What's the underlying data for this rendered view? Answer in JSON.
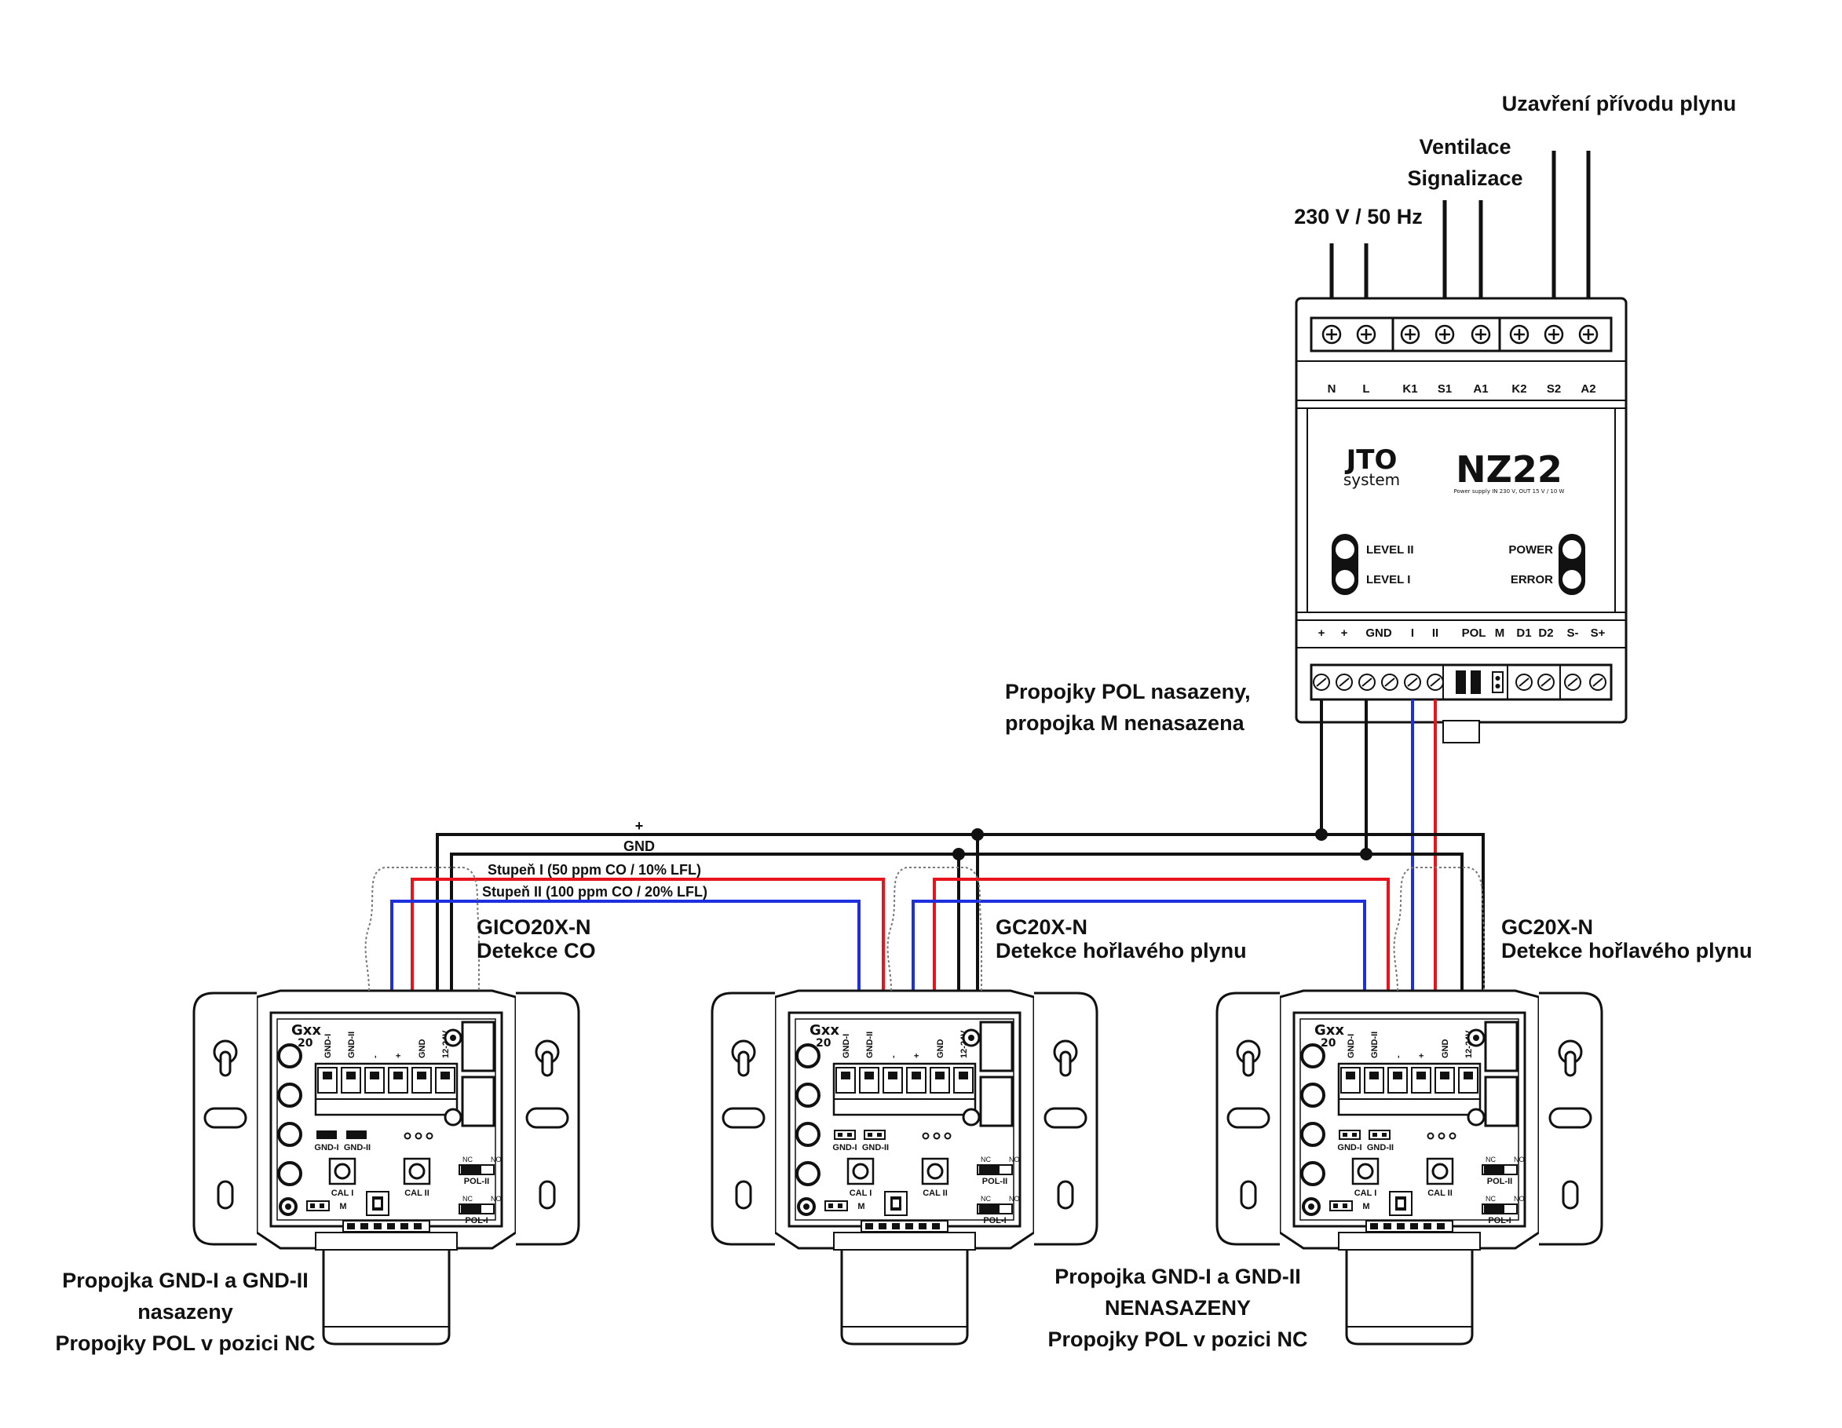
{
  "top_labels": {
    "gas_cutoff": "Uzavření přívodu plynu",
    "ventilation": "Ventilace",
    "signaling": "Signalizace",
    "mains": "230 V / 50 Hz"
  },
  "controller": {
    "brand_top": "JTO",
    "brand_bottom": "system",
    "model": "NZ22",
    "spec": "Power supply IN 230 V, OUT 15 V / 10 W",
    "top_terminals": [
      "N",
      "L",
      "K1",
      "S1",
      "A1",
      "K2",
      "S2",
      "A2"
    ],
    "bottom_terminals": [
      "+",
      "+",
      "GND",
      "I",
      "II",
      "POL",
      "M",
      "D1",
      "D2",
      "S-",
      "S+"
    ],
    "leds": {
      "level2": "LEVEL II",
      "level1": "LEVEL I",
      "power": "POWER",
      "error": "ERROR"
    },
    "jumper_note_1": "Propojky POL nasazeny,",
    "jumper_note_2": "propojka M nenasazena"
  },
  "bus": {
    "plus": "+",
    "gnd": "GND",
    "stage1": "Stupeň I (50 ppm CO / 10% LFL)",
    "stage2": "Stupeň II (100 ppm CO / 20% LFL)"
  },
  "detectors": [
    {
      "model": "GICO20X-N",
      "function": "Detekce CO",
      "note_1": "Propojka GND-I a GND-II",
      "note_2": "nasazeny",
      "note_3": "Propojky POL v pozici NC"
    },
    {
      "model": "GC20X-N",
      "function": "Detekce hořlavého plynu",
      "note_1": "Propojka GND-I a GND-II",
      "note_2": "NENASAZENY",
      "note_3": "Propojky POL v pozici NC"
    },
    {
      "model": "GC20X-N",
      "function": "Detekce hořlavého plynu"
    }
  ],
  "pcb": {
    "logo_top": "Gxx",
    "logo_bottom": "20",
    "gnd1": "GND-I",
    "gnd2": "GND-II",
    "cal1": "CAL I",
    "cal2": "CAL II",
    "pol2": "POL-II",
    "pol1": "POL-I",
    "nc": "NC",
    "no": "NO",
    "m": "M",
    "term_gnd1": "GND-I",
    "term_gnd2": "GND-II",
    "term_minus": "-",
    "term_plus": "+",
    "term_gnd": "GND",
    "term_12v": "12-24V"
  },
  "colors": {
    "stage1_wire": "#e8141c",
    "stage2_wire": "#1e2fe0",
    "power_wire": "#111111"
  }
}
